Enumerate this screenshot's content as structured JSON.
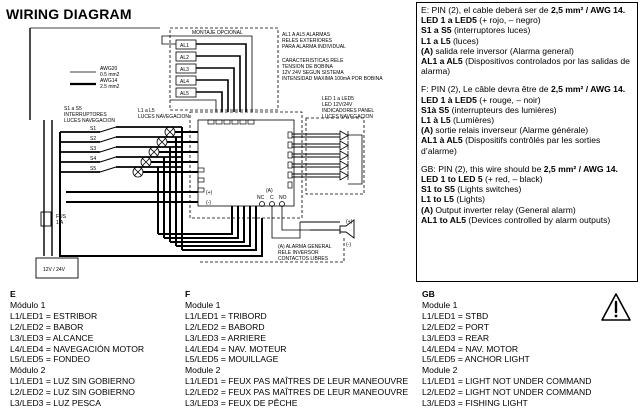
{
  "title": "WIRING DIAGRAM",
  "diagram": {
    "relay_box_label": "MONTAJE OPCIONAL",
    "relays": [
      "AL1",
      "AL2",
      "AL3",
      "AL4",
      "AL5"
    ],
    "relay_note": [
      "AL1 A AL5 ALARMAS",
      "RELES EXTERIORES",
      "PARA ALARMA INDIVIDUAL"
    ],
    "relay_spec": [
      "CARACTERISTICAS RELE",
      "TENSION DE BOBINA",
      "12V 24V SEGUN SISTEMA",
      "INTENSIDAD MAXIMA 100mA POR BOBINA"
    ],
    "wire_legend": [
      {
        "code": "AWG20",
        "size": "0.5 mm2"
      },
      {
        "code": "AWG14",
        "size": "2.5 mm2"
      }
    ],
    "switch_label": [
      "S1 a S5",
      "INTERRUPTORES",
      "LUCES NAVEGACION"
    ],
    "lights_label": [
      "L1 a L5",
      "LUCES NAVEGACION"
    ],
    "led_label": [
      "LED 1 a LED5",
      "LED 12V/24V",
      "INDICADORES PANEL",
      "LUCES NAVEGACION"
    ],
    "switches": [
      "S1",
      "S2",
      "S3",
      "S4",
      "S5"
    ],
    "fuse": [
      "FUS",
      "1 A"
    ],
    "battery": "12V / 24V",
    "terminals": [
      "NC",
      "C",
      "NO"
    ],
    "terminal_label": "(A)",
    "alarm_label": [
      "(A) ALARMA GENERAL",
      "RELE INVERSOR",
      "CONTACTOS LIBRES"
    ],
    "power_markers": [
      "(+)",
      "(-)",
      "(+)",
      "(-)"
    ]
  },
  "notes": {
    "es": {
      "pin_prefix": "E: PIN (2), el cable deberá ser de",
      "pin_size": "2,5 mm² / AWG 14.",
      "lines": [
        {
          "bold": "LED 1 a LED5",
          "text": " (+ rojo,  – negro)"
        },
        {
          "bold": "S1 a S5",
          "text": " (interruptores luces)"
        },
        {
          "bold": "L1 a L5",
          "text": " (luces)"
        },
        {
          "bold": "(A)",
          "text": " salida rele inversor (Alarma general)"
        },
        {
          "bold": "AL1 a AL5",
          "text": " (Dispositivos controlados por las salidas de alarma)"
        }
      ]
    },
    "fr": {
      "pin_prefix": "F: PIN (2), Le câble devra être de",
      "pin_size": "2,5 mm² / AWG 14.",
      "lines": [
        {
          "bold": "LED 1 à LED5",
          "text": " (+ rouge, – noir)"
        },
        {
          "bold": "S1à S5",
          "text": " (interrupteurs des lumières)"
        },
        {
          "bold": "L1 à L5",
          "text": " (Lumières)"
        },
        {
          "bold": "(A)",
          "text": " sortie relais inverseur (Alarme générale)"
        },
        {
          "bold": "AL1 à AL5",
          "text": " (Dispositifs contrôlés par les sorties d’alarme)"
        }
      ]
    },
    "gb": {
      "pin_prefix": "GB: PIN (2), this wire should be",
      "pin_size": "2,5 mm² / AWG 14.",
      "lines": [
        {
          "bold": "LED 1 to LED 5",
          "text": " (+ red, – black)"
        },
        {
          "bold": "S1 to S5",
          "text": " (Lights switches)"
        },
        {
          "bold": "L1 to L5",
          "text": " (Lights)"
        },
        {
          "bold": "(A)",
          "text": " Output inverter relay (General alarm)"
        },
        {
          "bold": "AL1 to AL5",
          "text": " (Devices controlled by alarm outputs)"
        }
      ]
    }
  },
  "legend": {
    "e": {
      "header": "E",
      "lines": [
        "Módulo 1",
        "L1/LED1 = ESTRIBOR",
        "L2/LED2 = BABOR",
        "L3/LED3 = ALCANCE",
        "L4/LED4 = NAVEGACIÓN MOTOR",
        "L5/LED5 = FONDEO",
        "Módulo 2",
        "L1/LED1 = LUZ SIN GOBIERNO",
        "L2/LED2 = LUZ SIN GOBIERNO",
        "L3/LED3 = LUZ PESCA"
      ]
    },
    "f": {
      "header": "F",
      "lines": [
        "Module 1",
        "L1/LED1 = TRIBORD",
        "L2/LED2 = BABORD",
        "L3/LED3 = ARRIERE",
        "L4/LED4 = NAV. MOTEUR",
        "L5/LED5 = MOUILLAGE",
        "Module 2",
        "L1/LED1 = FEUX PAS MAÎTRES DE LEUR MANEOUVRE",
        "L2/LED2 = FEUX PAS MAÎTRES DE LEUR MANEOUVRE",
        "L3/LED3 = FEUX DE PÊCHE"
      ]
    },
    "gb": {
      "header": "GB",
      "lines": [
        "Module 1",
        "L1/LED1 = STBD",
        "L2/LED2 = PORT",
        "L3/LED3 = REAR",
        "L4/LED4 = NAV. MOTOR",
        "L5/LED5 = ANCHOR LIGHT",
        "Module 2",
        "L1/LED1 = LIGHT NOT UNDER COMMAND",
        "L2/LED2 = LIGHT NOT UNDER COMMAND",
        "L3/LED3 = FISHING LIGHT"
      ]
    }
  },
  "icons": {
    "warning": "warning-triangle-icon"
  }
}
